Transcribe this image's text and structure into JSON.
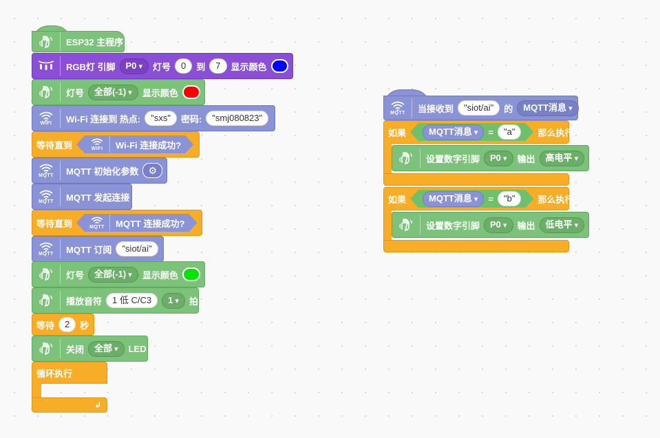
{
  "colors": {
    "green": "#7cc27a",
    "purple": "#8a4fd6",
    "blue": "#8a93d6",
    "orange": "#f8ad28",
    "swatch_blue": "#0000ff",
    "swatch_red": "#ff0000",
    "swatch_green": "#00e600"
  },
  "left": {
    "hat": {
      "label": "ESP32 主程序",
      "icon": "hand-wave-icon"
    },
    "rgb": {
      "label": "RGB灯 引脚",
      "pin": "P0",
      "lamp_label": "灯号",
      "from": "0",
      "to_label": "到",
      "to": "7",
      "color_label": "显示颜色",
      "icon": "led-strip-icon"
    },
    "lamp1": {
      "label": "灯号",
      "value": "全部(-1)",
      "color_label": "显示颜色",
      "icon": "hand-wave-icon"
    },
    "wifi": {
      "label": "Wi-Fi 连接到 热点:",
      "ssid": "sxs",
      "pwd_label": "密码:",
      "pwd": "smj080823",
      "icon": "wifi-icon",
      "icon_caption": "WIFI"
    },
    "wait_wifi": {
      "label": "等待直到",
      "cond": "Wi-Fi 连接成功?",
      "icon_caption": "WIFI"
    },
    "mqtt_init": {
      "label": "MQTT 初始化参数",
      "icon_caption": "MQTT"
    },
    "mqtt_connect": {
      "label": "MQTT 发起连接",
      "icon_caption": "MQTT"
    },
    "wait_mqtt": {
      "label": "等待直到",
      "cond": "MQTT 连接成功?",
      "icon_caption": "MQTT"
    },
    "mqtt_sub": {
      "label": "MQTT 订阅",
      "topic": "siot/ai",
      "icon_caption": "MQTT"
    },
    "lamp2": {
      "label": "灯号",
      "value": "全部(-1)",
      "color_label": "显示颜色"
    },
    "tone": {
      "label": "播放音符",
      "note": "1 低 C/C3",
      "beats": "1",
      "beat_label": "拍"
    },
    "wait": {
      "label": "等待",
      "seconds": "2",
      "unit": "秒"
    },
    "close": {
      "label": "关闭",
      "value": "全部",
      "suffix": "LED"
    },
    "loop": {
      "label": "循环执行",
      "arrow": "↲"
    }
  },
  "right": {
    "hat": {
      "label": "当接收到",
      "topic": "siot/ai",
      "of": "的",
      "msg": "MQTT消息",
      "icon_caption": "MQTT"
    },
    "if1": {
      "if": "如果",
      "var": "MQTT消息",
      "eq": "=",
      "value": "a",
      "then": "那么执行",
      "inner": {
        "label": "设置数字引脚",
        "pin": "P0",
        "out_label": "输出",
        "level": "高电平"
      }
    },
    "if2": {
      "if": "如果",
      "var": "MQTT消息",
      "eq": "=",
      "value": "b",
      "then": "那么执行",
      "inner": {
        "label": "设置数字引脚",
        "pin": "P0",
        "out_label": "输出",
        "level": "低电平"
      }
    }
  }
}
